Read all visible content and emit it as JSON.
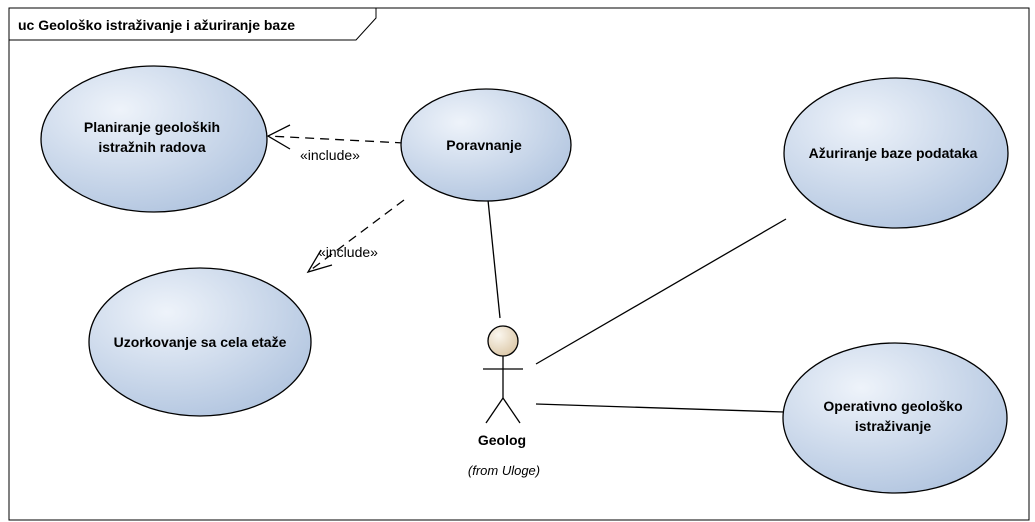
{
  "frame": {
    "title": "uc Geološko istraživanje i ažuriranje baze"
  },
  "use_cases": {
    "planiranje": {
      "line1": "Planiranje geoloških",
      "line2": "istražnih radova"
    },
    "poravnanje": {
      "label": "Poravnanje"
    },
    "uzorkovanje": {
      "label": "Uzorkovanje sa cela etaže"
    },
    "azuriranje": {
      "label": "Ažuriranje baze podataka"
    },
    "operativno": {
      "line1": "Operativno geološko",
      "line2": "istraživanje"
    }
  },
  "relations": {
    "include_1": "«include»",
    "include_2": "«include»"
  },
  "actor": {
    "name": "Geolog",
    "from": "(from Uloge)"
  },
  "colors": {
    "usecase_fill_light": "#e8eef7",
    "usecase_fill_dark": "#b9cbe3",
    "actor_head": "#f1e6d4"
  }
}
